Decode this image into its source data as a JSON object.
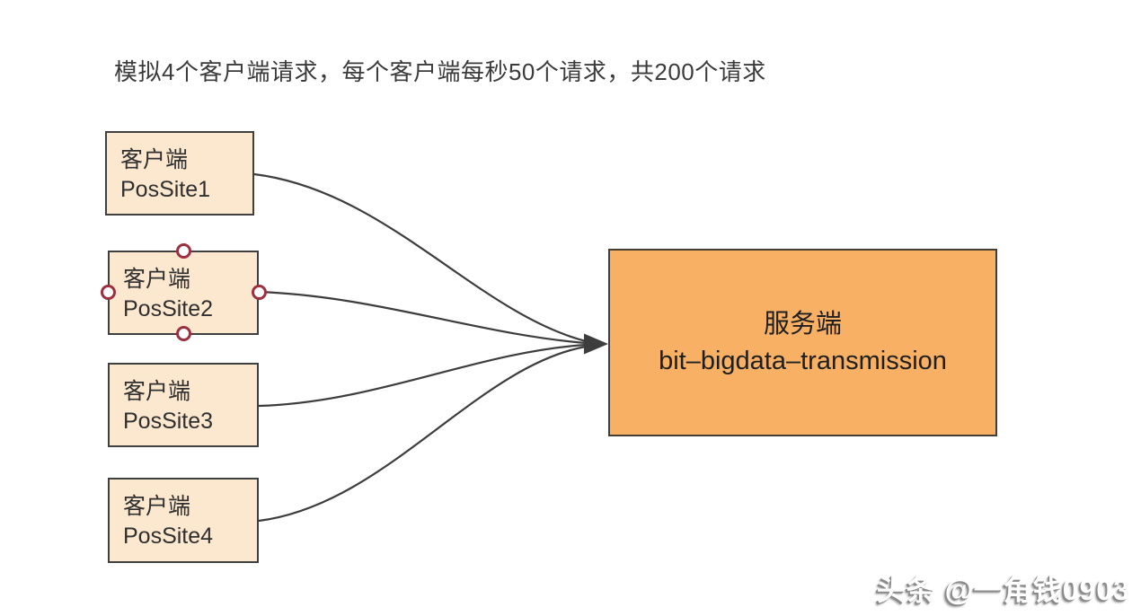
{
  "title": "模拟4个客户端请求，每个客户端每秒50个请求，共200个请求",
  "clients": [
    {
      "line1": "客户端",
      "line2": "PosSite1"
    },
    {
      "line1": "客户端",
      "line2": "PosSite2",
      "selected": true
    },
    {
      "line1": "客户端",
      "line2": "PosSite3"
    },
    {
      "line1": "客户端",
      "line2": "PosSite4"
    }
  ],
  "server": {
    "line1": "服务端",
    "line2": "bit–bigdata–transmission"
  },
  "watermark": "头条 @一角钱0903",
  "colors": {
    "canvas_bg": "#ffffff",
    "client_fill": "#fce7cf",
    "server_fill": "#f8b065",
    "box_border": "#3f3f3f",
    "connector": "#3d3d3d",
    "selection_handle_stroke": "#9e2f3f",
    "title_text": "#3b3b3b",
    "watermark_shadow": "#8b8b8b"
  }
}
